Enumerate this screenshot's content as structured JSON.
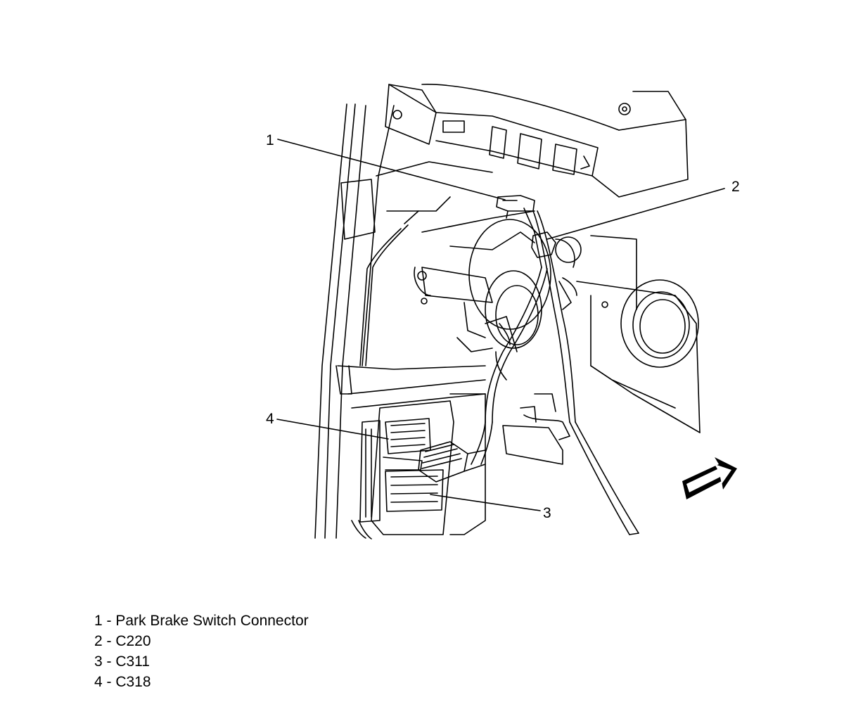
{
  "callouts": [
    {
      "number": "1",
      "label": "Park Brake Switch Connector"
    },
    {
      "number": "2",
      "label": "C220"
    },
    {
      "number": "3",
      "label": "C311"
    },
    {
      "number": "4",
      "label": "C318"
    }
  ],
  "legend": [
    "1 - Park Brake Switch Connector",
    "2 - C220",
    "3 - C311",
    "4 - C318"
  ],
  "icons": [
    "front-direction-arrow-icon"
  ],
  "colors": {
    "line": "#000000",
    "background": "#ffffff"
  }
}
